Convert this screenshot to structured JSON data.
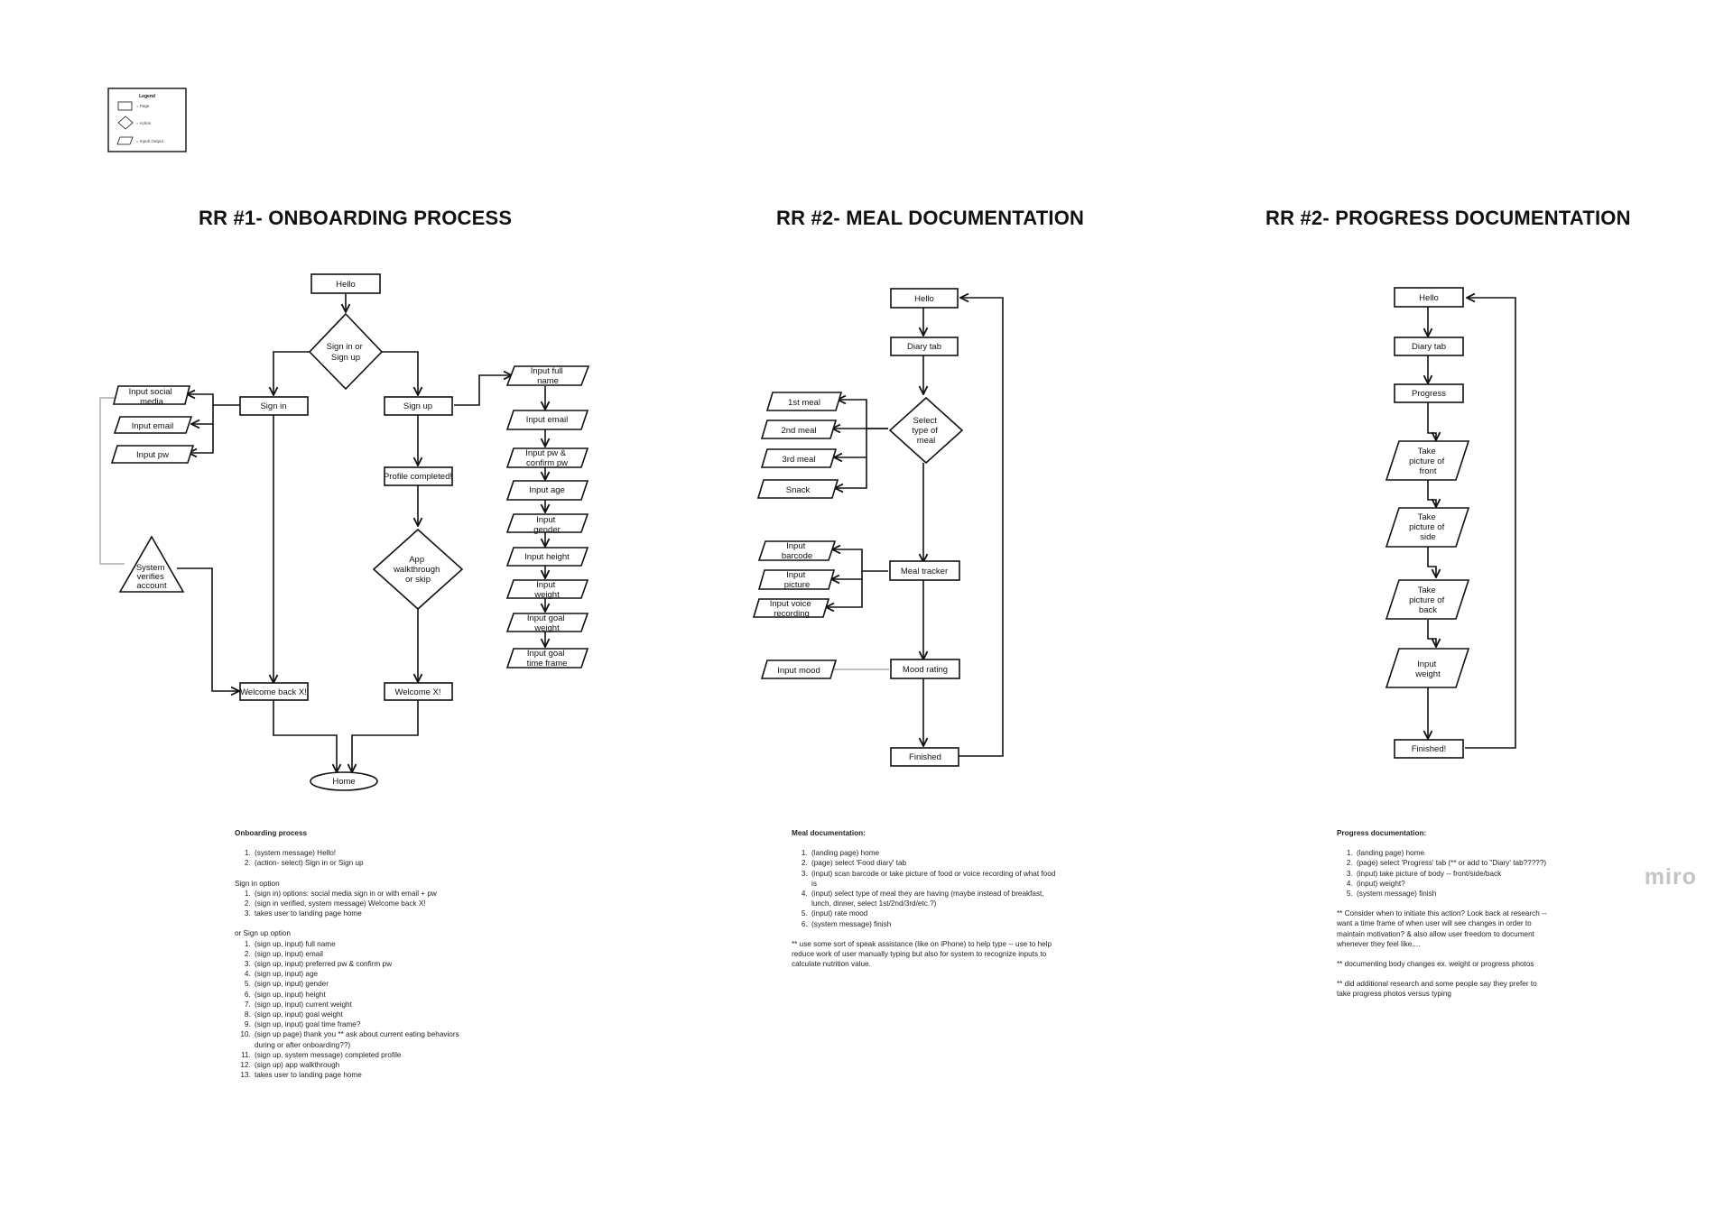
{
  "legend": {
    "title": "Legend",
    "items": [
      {
        "label": "= Page",
        "shape": "rect"
      },
      {
        "label": "= Action",
        "shape": "diamond"
      },
      {
        "label": "= Input/ Output",
        "shape": "parallelogram"
      }
    ]
  },
  "sections": {
    "onboarding": {
      "title": "RR #1- ONBOARDING PROCESS",
      "nodes": {
        "hello": "Hello",
        "decision": [
          "Sign in or",
          "Sign up"
        ],
        "sign_in": "Sign in",
        "sign_up": "Sign up",
        "input_social": [
          "Input social",
          "media"
        ],
        "input_email_left": "Input email",
        "input_pw_left": "Input pw",
        "system_verifies": [
          "System",
          "verifies",
          "account"
        ],
        "profile_completed": "Profile completed!",
        "app_walkthrough": [
          "App",
          "walkthrough",
          "or skip"
        ],
        "welcome_back": "Welcome back X!",
        "welcome": "Welcome X!",
        "home": "Home",
        "input_full_name": [
          "Input full",
          "name"
        ],
        "input_email_right": "Input email",
        "input_pw_confirm": [
          "Input pw &",
          "confirm pw"
        ],
        "input_age": "Input age",
        "input_gender": [
          "Input",
          "gender"
        ],
        "input_height": "Input height",
        "input_weight": [
          "Input",
          "weight"
        ],
        "input_goal_weight": [
          "Input goal",
          "weight"
        ],
        "input_goal_time": [
          "Input goal",
          "time frame"
        ]
      },
      "notes": {
        "title": "Onboarding process",
        "main_steps": [
          "(system message) Hello!",
          "(action- select) Sign in or Sign up"
        ],
        "sign_in_heading": "Sign in option",
        "sign_in_steps": [
          "(sign in) options: social media sign in or with email + pw",
          "(sign in verified, system message) Welcome back X!",
          "takes user to landing page home"
        ],
        "sign_up_heading": "or Sign up option",
        "sign_up_steps": [
          "(sign up, input) full name",
          "(sign up, input) email",
          "(sign up, input) preferred pw & confirm pw",
          "(sign up, input) age",
          "(sign up, input)  gender",
          "(sign up, input) height",
          "(sign up, input) current weight",
          "(sign up, input) goal weight",
          "(sign up, input) goal time frame?",
          "(sign up page) thank you ** ask about current eating behaviors during or after onboarding??)",
          "(sign up, system message) completed profile",
          "(sign up) app walkthrough",
          "takes user to landing page home"
        ]
      }
    },
    "meal": {
      "title": "RR #2- MEAL DOCUMENTATION",
      "nodes": {
        "hello": "Hello",
        "diary_tab": "Diary tab",
        "select_meal": [
          "Select",
          "type of",
          "meal"
        ],
        "meal_1": "1st meal",
        "meal_2": "2nd meal",
        "meal_3": "3rd meal",
        "snack": "Snack",
        "meal_tracker": "Meal tracker",
        "input_barcode": [
          "Input",
          "barcode"
        ],
        "input_picture": [
          "Input",
          "picture"
        ],
        "input_voice": [
          "Input voice",
          "recording"
        ],
        "mood_rating": "Mood rating",
        "input_mood": "Input mood",
        "finished": "Finished"
      },
      "notes": {
        "title": "Meal documentation:",
        "steps": [
          "(landing page) home",
          "(page) select 'Food diary' tab",
          "(input) scan barcode or take picture of food or voice recording of what food is",
          "(input) select type of meal they are having (maybe instead of breakfast, lunch, dinner, select 1st/2nd/3rd/etc.?)",
          "(input) rate mood",
          "(system message) finish"
        ],
        "extra": "** use some sort of speak assistance (like on iPhone) to help type -- use to help reduce work of user manually typing but also for system to recognize inputs to calculate nutrition value."
      }
    },
    "progress": {
      "title": "RR #2- PROGRESS DOCUMENTATION",
      "nodes": {
        "hello": "Hello",
        "diary_tab": "Diary tab",
        "progress": "Progress",
        "take_front": [
          "Take",
          "picture of",
          "front"
        ],
        "take_side": [
          "Take",
          "picture of",
          "side"
        ],
        "take_back": [
          "Take",
          "picture of",
          "back"
        ],
        "input_weight": [
          "Input",
          "weight"
        ],
        "finished": "Finished!"
      },
      "notes": {
        "title": "Progress documentation:",
        "steps": [
          "(landing page) home",
          "(page) select 'Progress' tab (** or add to \"Diary' tab?????)",
          "(input) take picture of body -- front/side/back",
          "(input) weight?",
          "(system message) finish"
        ],
        "extra": [
          "** Consider when to initiate this action? Look back at research -- want a time frame of when user will see changes in order to maintain motivation? & also allow user freedom to document whenever they feel like....",
          "** documenting body changes ex. weight or progress photos",
          "** did additional research and some people say they prefer to take progress photos versus typing"
        ]
      }
    }
  },
  "brand": {
    "logo_text": "miro",
    "logo_color": "#c4c4c4"
  }
}
